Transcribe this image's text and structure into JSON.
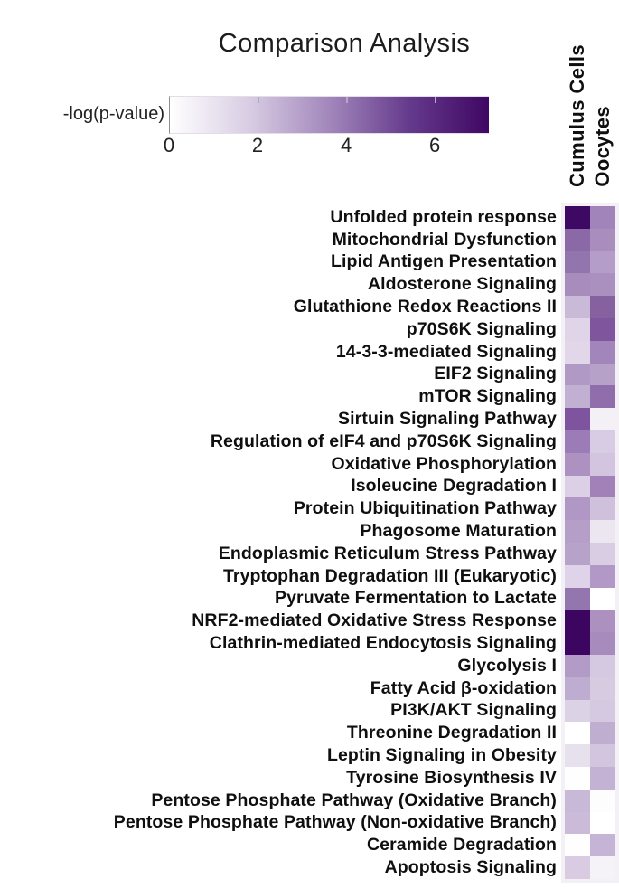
{
  "title": "Comparison Analysis",
  "legend": {
    "label": "-log(p-value)",
    "tick_values": [
      0,
      2,
      4,
      6
    ],
    "min": 0,
    "max": 7.2,
    "gradient_stops": [
      "#ffffff",
      "#d8cce3",
      "#a287bb",
      "#653a8c",
      "#3f0763"
    ]
  },
  "columns": [
    "Cumulus Cells",
    "Oocytes"
  ],
  "chart_data": {
    "type": "heatmap",
    "title": "Comparison Analysis",
    "colorbar_label": "-log(p-value)",
    "colorbar_range": [
      0,
      7.2
    ],
    "colorbar_ticks": [
      0,
      2,
      4,
      6
    ],
    "colorbar_colors": {
      "low": "#ffffff",
      "high": "#3f0763"
    },
    "columns": [
      "Cumulus Cells",
      "Oocytes"
    ],
    "value_note": "values_est are -log(p-value) estimated from cell shading against the color scale",
    "rows": [
      {
        "pathway": "Unfolded protein response",
        "values_est": [
          7.1,
          4.1
        ],
        "colors": [
          "#3e0963",
          "#a184b9"
        ]
      },
      {
        "pathway": "Mitochondrial Dysfunction",
        "values_est": [
          4.8,
          3.8
        ],
        "colors": [
          "#8a69a6",
          "#a88dbd"
        ]
      },
      {
        "pathway": "Lipid Antigen Presentation",
        "values_est": [
          4.5,
          3.4
        ],
        "colors": [
          "#9375ae",
          "#b49dc8"
        ]
      },
      {
        "pathway": "Aldosterone Signaling",
        "values_est": [
          3.8,
          3.7
        ],
        "colors": [
          "#a88dbc",
          "#aa90bf"
        ]
      },
      {
        "pathway": "Glutathione Redox Reactions II",
        "values_est": [
          2.5,
          5.0
        ],
        "colors": [
          "#c9bad7",
          "#86619f"
        ]
      },
      {
        "pathway": "p70S6K Signaling",
        "values_est": [
          1.7,
          5.3
        ],
        "colors": [
          "#dfd4e8",
          "#7f559e"
        ]
      },
      {
        "pathway": "14-3-3-mediated Signaling",
        "values_est": [
          1.6,
          4.1
        ],
        "colors": [
          "#e1d7e9",
          "#a285ba"
        ]
      },
      {
        "pathway": "EIF2 Signaling",
        "values_est": [
          3.4,
          3.2
        ],
        "colors": [
          "#b09ac5",
          "#b6a2c9"
        ]
      },
      {
        "pathway": "mTOR Signaling",
        "values_est": [
          2.8,
          4.7
        ],
        "colors": [
          "#c2b0d2",
          "#906dab"
        ]
      },
      {
        "pathway": "Sirtuin Signaling Pathway",
        "values_est": [
          5.3,
          0.6
        ],
        "colors": [
          "#7f549e",
          "#f3f0f6"
        ]
      },
      {
        "pathway": "Regulation of eIF4 and p70S6K Signaling",
        "values_est": [
          4.3,
          2.0
        ],
        "colors": [
          "#9b7cb6",
          "#d8cce4"
        ]
      },
      {
        "pathway": "Oxidative Phosphorylation",
        "values_est": [
          3.7,
          2.2
        ],
        "colors": [
          "#ac91c1",
          "#d3c5e0"
        ]
      },
      {
        "pathway": "Isoleucine Degradation I",
        "values_est": [
          1.8,
          4.2
        ],
        "colors": [
          "#dbd0e5",
          "#a281b9"
        ]
      },
      {
        "pathway": "Protein Ubiquitination Pathway",
        "values_est": [
          3.5,
          2.3
        ],
        "colors": [
          "#b197c5",
          "#cfc0dc"
        ]
      },
      {
        "pathway": "Phagosome Maturation",
        "values_est": [
          3.3,
          1.0
        ],
        "colors": [
          "#b59fc9",
          "#ece6f1"
        ]
      },
      {
        "pathway": "Endoplasmic Reticulum Stress Pathway",
        "values_est": [
          3.2,
          2.0
        ],
        "colors": [
          "#b7a3ca",
          "#d9cde4"
        ]
      },
      {
        "pathway": "Tryptophan Degradation III (Eukaryotic)",
        "values_est": [
          1.7,
          3.5
        ],
        "colors": [
          "#ded3e8",
          "#b298c6"
        ]
      },
      {
        "pathway": "Pyruvate Fermentation to Lactate",
        "values_est": [
          4.4,
          0.0
        ],
        "colors": [
          "#9376ae",
          "#ffffff"
        ]
      },
      {
        "pathway": "NRF2-mediated Oxidative Stress Response",
        "values_est": [
          7.2,
          3.7
        ],
        "colors": [
          "#3b0560",
          "#ab90c0"
        ]
      },
      {
        "pathway": "Clathrin-mediated Endocytosis Signaling",
        "values_est": [
          7.2,
          3.9
        ],
        "colors": [
          "#3b0560",
          "#a78bbd"
        ]
      },
      {
        "pathway": "Glycolysis I",
        "values_est": [
          3.4,
          2.1
        ],
        "colors": [
          "#b29cc7",
          "#d5c8e1"
        ]
      },
      {
        "pathway": "Fatty Acid β-oxidation",
        "values_est": [
          2.9,
          2.0
        ],
        "colors": [
          "#bfadd1",
          "#d7cbe2"
        ]
      },
      {
        "pathway": "PI3K/AKT Signaling",
        "values_est": [
          1.8,
          2.1
        ],
        "colors": [
          "#dcd2e6",
          "#d4c9e0"
        ]
      },
      {
        "pathway": "Threonine Degradation II",
        "values_est": [
          0.0,
          2.9
        ],
        "colors": [
          "#ffffff",
          "#c0aed1"
        ]
      },
      {
        "pathway": "Leptin Signaling in Obesity",
        "values_est": [
          1.2,
          2.2
        ],
        "colors": [
          "#e7e1ee",
          "#d2c5de"
        ]
      },
      {
        "pathway": "Tyrosine Biosynthesis IV",
        "values_est": [
          0.0,
          2.8
        ],
        "colors": [
          "#fefeff",
          "#c3b2d4"
        ]
      },
      {
        "pathway": "Pentose Phosphate Pathway (Oxidative Branch)",
        "values_est": [
          2.6,
          0.0
        ],
        "colors": [
          "#c9b9d8",
          "#fdfdfe"
        ]
      },
      {
        "pathway": "Pentose Phosphate Pathway (Non-oxidative Branch)",
        "values_est": [
          2.5,
          0.0
        ],
        "colors": [
          "#cbbbd9",
          "#ffffff"
        ]
      },
      {
        "pathway": "Ceramide Degradation",
        "values_est": [
          0.0,
          2.7
        ],
        "colors": [
          "#fefeff",
          "#c5b4d5"
        ]
      },
      {
        "pathway": "Apoptosis Signaling",
        "values_est": [
          2.0,
          0.5
        ],
        "colors": [
          "#d8cbe2",
          "#f6f3f8"
        ]
      }
    ]
  }
}
